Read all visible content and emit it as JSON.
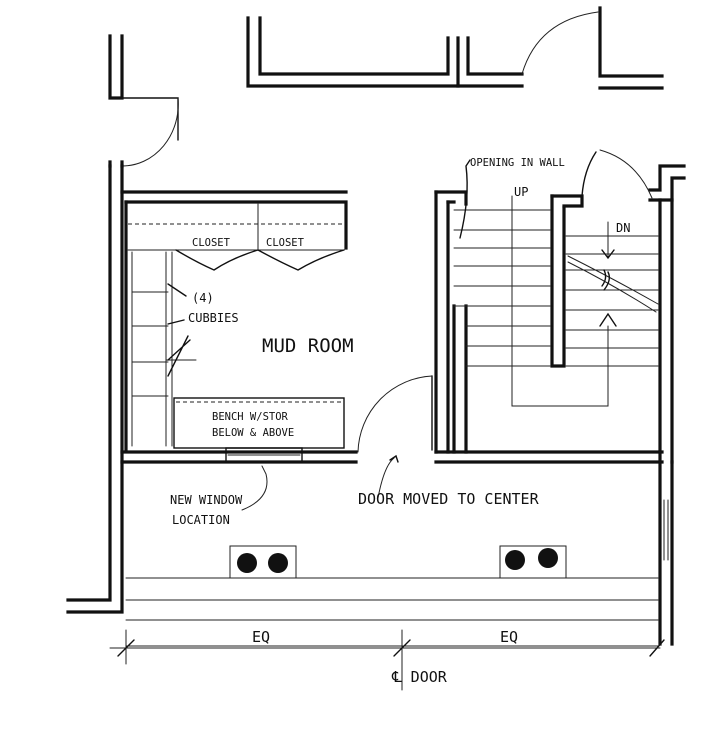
{
  "labels": {
    "closet_left": "CLOSET",
    "closet_right": "CLOSET",
    "cubbies_count": "(4)",
    "cubbies": "CUBBIES",
    "mud_room": "MUD ROOM",
    "bench_line1": "BENCH W/STOR",
    "bench_line2": "BELOW & ABOVE",
    "opening_in_wall": "OPENING IN WALL",
    "stair_up": "UP",
    "stair_down": "DN",
    "new_window_line1": "NEW WINDOW",
    "new_window_line2": "LOCATION",
    "door_moved": "DOOR MOVED TO CENTER",
    "eq_left": "EQ",
    "eq_right": "EQ",
    "door_centerline": "℄ DOOR"
  }
}
